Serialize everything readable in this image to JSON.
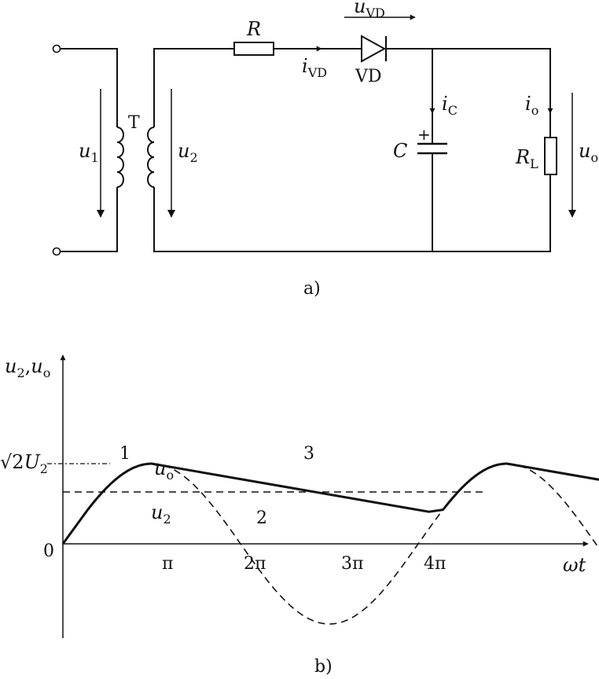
{
  "circuit": {
    "caption": "a)",
    "transformer": "T",
    "input_voltage": {
      "sym": "u",
      "sub": "1"
    },
    "secondary_voltage": {
      "sym": "u",
      "sub": "2"
    },
    "resistor": "R",
    "diode_current": {
      "sym": "i",
      "sub": "VD"
    },
    "diode_voltage": {
      "sym": "u",
      "sub": "VD"
    },
    "diode": "VD",
    "capacitor": "C",
    "capacitor_polarity": "+",
    "capacitor_current": {
      "sym": "i",
      "sub": "C"
    },
    "load_current": {
      "sym": "i",
      "sub": "o"
    },
    "load_resistor": {
      "sym": "R",
      "sub": "L"
    },
    "output_voltage": {
      "sym": "u",
      "sub": "o"
    }
  },
  "waveform": {
    "caption": "b)",
    "y_axis_label": {
      "s1": "u",
      "sub1": "2",
      "sep": ",",
      "s2": "u",
      "sub2": "o"
    },
    "x_axis_label": "ωt",
    "origin": "0",
    "peak_label": {
      "root": "√2",
      "sym": "U",
      "sub": "2"
    },
    "x_ticks": [
      "π",
      "2π",
      "3π",
      "4π"
    ],
    "points": [
      "1",
      "2",
      "3"
    ],
    "curve_uo": {
      "sym": "u",
      "sub": "o"
    },
    "curve_u2": {
      "sym": "u",
      "sub": "2"
    }
  }
}
